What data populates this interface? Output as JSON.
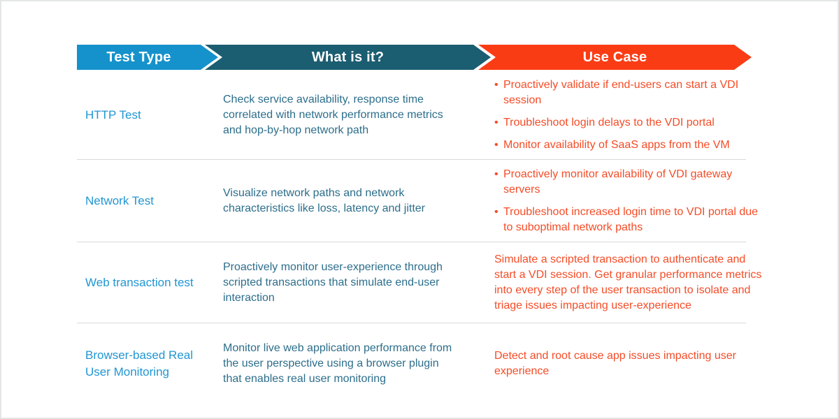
{
  "header": {
    "columns": [
      {
        "label": "Test Type",
        "color": "#1592cb"
      },
      {
        "label": "What is it?",
        "color": "#1b5d71"
      },
      {
        "label": "Use Case",
        "color": "#fa3c15"
      }
    ]
  },
  "rows": [
    {
      "test_type": "HTTP Test",
      "description": "Check service availability, response time correlated with network performance metrics and hop-by-hop network path",
      "use_cases": [
        "Proactively validate if end-users can start a VDI session",
        "Troubleshoot login delays to the VDI portal",
        "Monitor availability of SaaS apps from the VM"
      ]
    },
    {
      "test_type": "Network Test",
      "description": "Visualize network paths and network characteristics like loss, latency and jitter",
      "use_cases": [
        "Proactively monitor availability of VDI gateway servers",
        "Troubleshoot increased login time to VDI portal due to suboptimal network paths"
      ]
    },
    {
      "test_type": "Web transaction test",
      "description": "Proactively monitor user-experience through scripted transactions that simulate end-user interaction",
      "use_case_paragraph": "Simulate a scripted transaction to authenticate and start a VDI session. Get granular performance metrics into every step of the user transaction to isolate and triage issues impacting user-experience"
    },
    {
      "test_type": "Browser-based Real User Monitoring",
      "description": "Monitor live web application performance from the user perspective using a browser plugin that enables real user monitoring",
      "use_case_paragraph": "Detect and root cause app issues impacting user experience"
    }
  ],
  "colors": {
    "header_test_type": "#1592cb",
    "header_what_is_it": "#1b5d71",
    "header_use_case": "#fa3c15",
    "test_type_text": "#2196d2",
    "description_text": "#2c6e8b",
    "use_case_text": "#f54c27",
    "divider": "#d9d9d9"
  }
}
